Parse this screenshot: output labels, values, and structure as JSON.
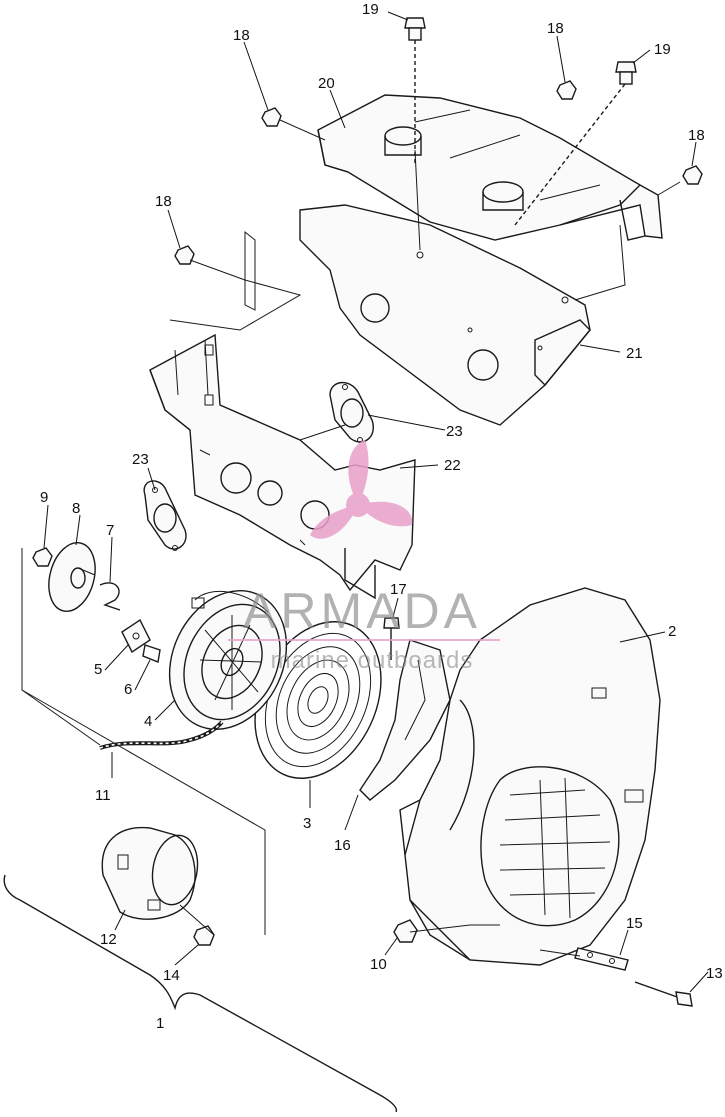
{
  "diagram": {
    "callouts": [
      {
        "id": "c19a",
        "text": "19"
      },
      {
        "id": "c18a",
        "text": "18"
      },
      {
        "id": "c20",
        "text": "20"
      },
      {
        "id": "c18b",
        "text": "18"
      },
      {
        "id": "c19b",
        "text": "19"
      },
      {
        "id": "c18c",
        "text": "18"
      },
      {
        "id": "c18d",
        "text": "18"
      },
      {
        "id": "c21",
        "text": "21"
      },
      {
        "id": "c23a",
        "text": "23"
      },
      {
        "id": "c23b",
        "text": "23"
      },
      {
        "id": "c22",
        "text": "22"
      },
      {
        "id": "c9",
        "text": "9"
      },
      {
        "id": "c8",
        "text": "8"
      },
      {
        "id": "c7",
        "text": "7"
      },
      {
        "id": "c17",
        "text": "17"
      },
      {
        "id": "c2",
        "text": "2"
      },
      {
        "id": "c5",
        "text": "5"
      },
      {
        "id": "c6",
        "text": "6"
      },
      {
        "id": "c4",
        "text": "4"
      },
      {
        "id": "c11",
        "text": "11"
      },
      {
        "id": "c3",
        "text": "3"
      },
      {
        "id": "c16",
        "text": "16"
      },
      {
        "id": "c12",
        "text": "12"
      },
      {
        "id": "c14",
        "text": "14"
      },
      {
        "id": "c15",
        "text": "15"
      },
      {
        "id": "c10",
        "text": "10"
      },
      {
        "id": "c13",
        "text": "13"
      },
      {
        "id": "c1",
        "text": "1"
      }
    ]
  },
  "watermark": {
    "brand": "ARMADA",
    "tagline": "marine outboards",
    "color": "#e8a0c8"
  }
}
